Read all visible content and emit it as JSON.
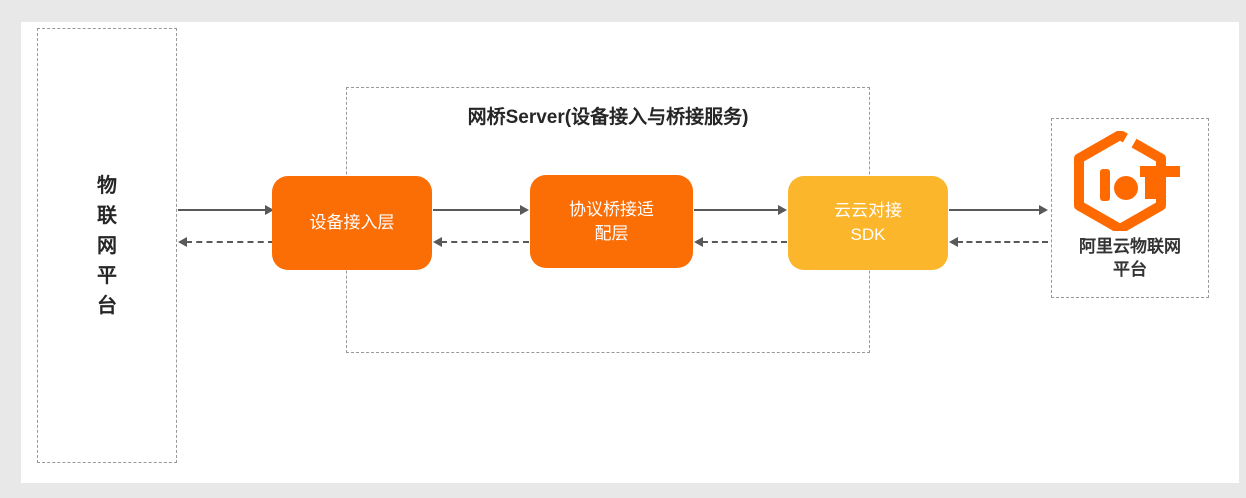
{
  "colors": {
    "node_orange": "#FB6D05",
    "node_yellow": "#FBB62C",
    "logo_orange": "#FF6A00",
    "arrow_gray": "#595959",
    "dashed_border_gray": "#999999",
    "canvas_gray": "#E8E8E8",
    "text_dark": "#262626"
  },
  "left_platform": {
    "label": "物\n联\n网\n平\n台"
  },
  "bridge_server": {
    "title": "网桥Server(设备接入与桥接服务)",
    "nodes": [
      {
        "id": "device-access-layer",
        "label": "设备接入层"
      },
      {
        "id": "protocol-bridge-adapter-layer",
        "label": "协议桥接适\n配层"
      },
      {
        "id": "cloud-cloud-sdk",
        "label": "云云对接\nSDK"
      }
    ]
  },
  "aliyun_platform": {
    "label": "阿里云物联网\n平台",
    "logo_icon": "aliyun-iot-logo"
  }
}
